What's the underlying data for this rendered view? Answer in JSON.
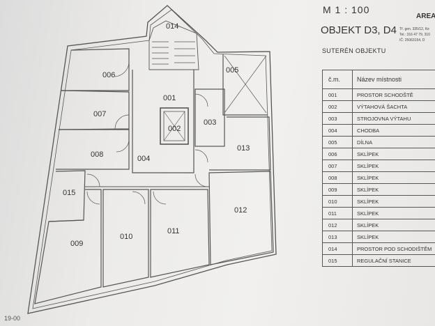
{
  "sheet": {
    "scale": "M  1 : 100",
    "firm": "AREA",
    "firm_lines": [
      "Tř. gen. 335/12, Ke",
      "Tel.: 316 47 79, 310",
      "IČ: 25063154, D"
    ],
    "title": "OBJEKT D3, D4",
    "subtitle": "SUTERÉN OBJEKTU",
    "footer": "19-00"
  },
  "legend": {
    "col_no": "č.m.",
    "col_name": "Název místnosti",
    "rows": [
      {
        "no": "001",
        "name": "PROSTOR SCHODŠTĚ"
      },
      {
        "no": "002",
        "name": "VÝTAHOVÁ ŠACHTA"
      },
      {
        "no": "003",
        "name": "STROJOVNA VÝTAHU"
      },
      {
        "no": "004",
        "name": "CHODBA"
      },
      {
        "no": "005",
        "name": "DÍLNA"
      },
      {
        "no": "006",
        "name": "SKLÍPEK"
      },
      {
        "no": "007",
        "name": "SKLÍPEK"
      },
      {
        "no": "008",
        "name": "SKLÍPEK"
      },
      {
        "no": "009",
        "name": "SKLÍPEK"
      },
      {
        "no": "010",
        "name": "SKLÍPEK"
      },
      {
        "no": "011",
        "name": "SKLÍPEK"
      },
      {
        "no": "012",
        "name": "SKLÍPEK"
      },
      {
        "no": "013",
        "name": "SKLÍPEK"
      },
      {
        "no": "014",
        "name": "PROSTOR POD SCHODIŠTĚM"
      },
      {
        "no": "015",
        "name": "REGULAČNÍ STANICE"
      }
    ]
  },
  "plan": {
    "rooms": [
      "001",
      "002",
      "003",
      "004",
      "005",
      "006",
      "007",
      "008",
      "009",
      "010",
      "011",
      "012",
      "013",
      "014",
      "015"
    ]
  }
}
